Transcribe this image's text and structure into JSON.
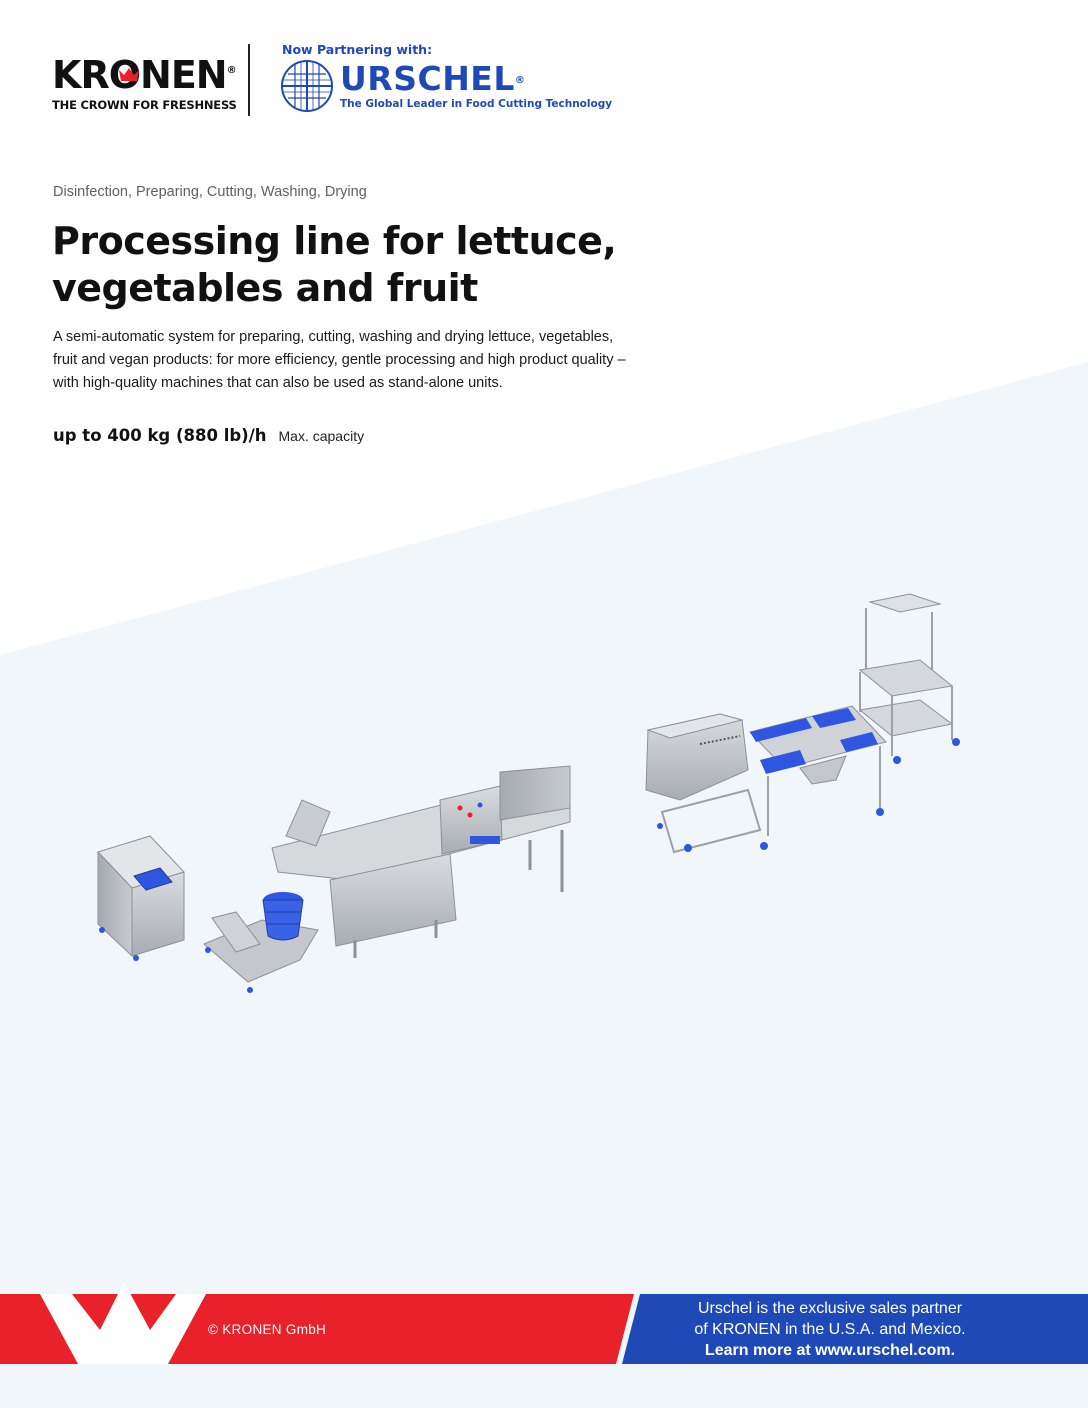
{
  "header": {
    "kronen_logo": "KRONEN",
    "kronen_tagline": "THE CROWN FOR FRESHNESS",
    "partner_label": "Now Partnering with:",
    "urschel_logo": "URSCHEL",
    "urschel_tagline": "The Global Leader in Food Cutting Technology"
  },
  "content": {
    "category": "Disinfection, Preparing, Cutting, Washing, Drying",
    "title_lines": [
      "Processing line for lettuce,",
      "vegetables and fruit"
    ],
    "description_lines": [
      "A semi-automatic system for preparing, cutting, washing and drying lettuce, vegetables,",
      "fruit and vegan products: for more efficiency, gentle processing and high product quality –",
      "with high-quality machines that can also be used as stand-alone units."
    ],
    "capacity_value": "up to 400 kg (880 lb)/h",
    "capacity_label": "Max. capacity"
  },
  "footer": {
    "copyright": "© KRONEN GmbH",
    "partner_lines": [
      "Urschel is the exclusive sales partner",
      "of KRONEN in the U.S.A. and Mexico.",
      "Learn more at www.urschel.com."
    ]
  },
  "colors": {
    "kronen_red": "#e8212a",
    "urschel_blue": "#1e49b6",
    "background_tint": "#f1f6fb",
    "steel": "#b9bdc2",
    "accent_blue": "#2f56e0"
  },
  "icons": [
    "kronen-crown-icon",
    "urschel-globe-icon",
    "footer-crown-icon"
  ]
}
